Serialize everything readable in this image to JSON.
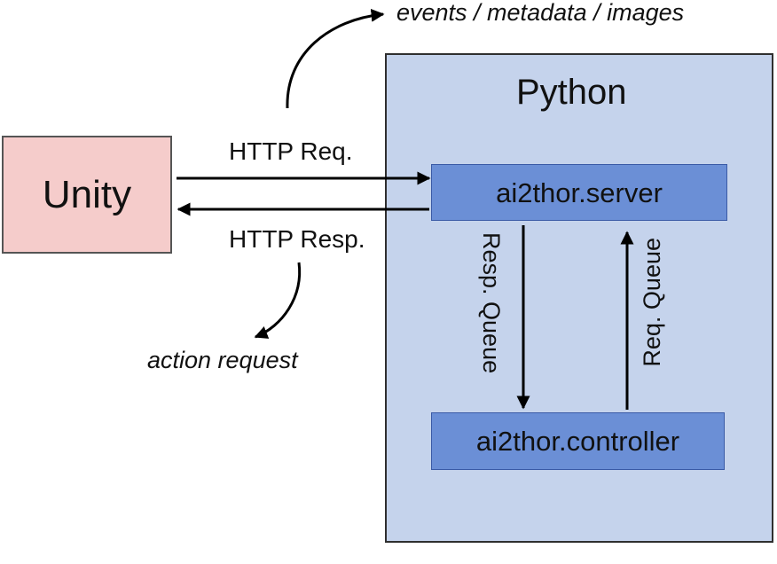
{
  "colors": {
    "unity_fill": "#f5cccb",
    "python_fill": "#c5d3ec",
    "component_fill": "#6b8fd6",
    "arrow": "#000000"
  },
  "unity": {
    "label": "Unity"
  },
  "python": {
    "title": "Python",
    "server": {
      "label": "ai2thor.server"
    },
    "controller": {
      "label": "ai2thor.controller"
    },
    "resp_queue": "Resp. Queue",
    "req_queue": "Req. Queue"
  },
  "connections": {
    "http_request": "HTTP Req.",
    "http_response": "HTTP Resp."
  },
  "annotations": {
    "outgoing": "events / metadata / images",
    "incoming": "action request"
  }
}
